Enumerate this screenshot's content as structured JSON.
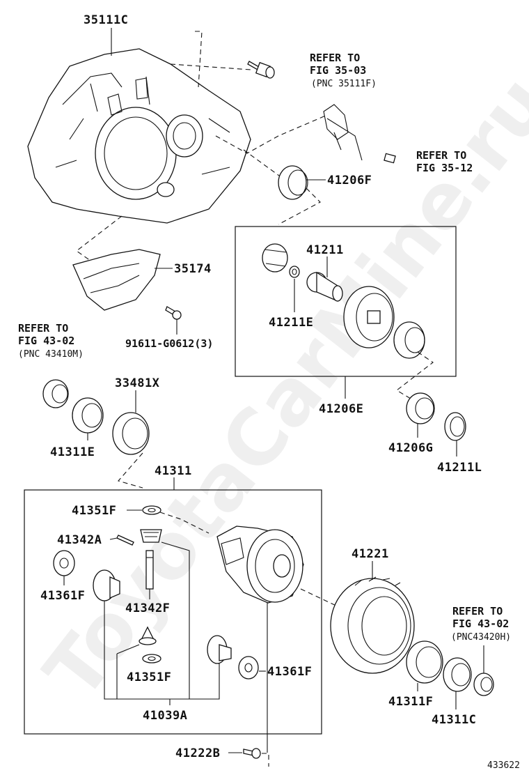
{
  "watermark": "ToyotaCarMine.ru",
  "figure_id": "433622",
  "refs": {
    "fig35_03": {
      "line1": "REFER TO",
      "line2": "FIG 35-03",
      "line3": "(PNC 35111F)"
    },
    "fig35_12": {
      "line1": "REFER TO",
      "line2": "FIG 35-12"
    },
    "fig43_02_a": {
      "line1": "REFER TO",
      "line2": "FIG 43-02",
      "line3": "(PNC 43410M)"
    },
    "fig43_02_b": {
      "line1": "REFER TO",
      "line2": "FIG 43-02",
      "line3": "(PNC43420H)"
    }
  },
  "labels": {
    "p35111C": "35111C",
    "p41206F": "41206F",
    "p35174": "35174",
    "p91611": "91611-G0612(3)",
    "p41211": "41211",
    "p41211E": "41211E",
    "p41206E": "41206E",
    "p41206G": "41206G",
    "p41211L": "41211L",
    "p33481X": "33481X",
    "p41311E": "41311E",
    "p41311": "41311",
    "p41351F_top": "41351F",
    "p41342A": "41342A",
    "p41361F_left": "41361F",
    "p41342F": "41342F",
    "p41351F_bot": "41351F",
    "p41039A": "41039A",
    "p41361F_right": "41361F",
    "p41221": "41221",
    "p41311F": "41311F",
    "p41311C": "41311C",
    "p41222B": "41222B"
  }
}
